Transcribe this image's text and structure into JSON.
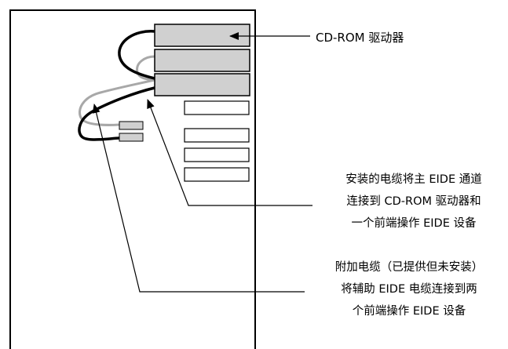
{
  "labels": {
    "cdrom": "CD-ROM 驱动器",
    "primary": [
      "安装的电缆将主 EIDE 通道",
      "连接到 CD-ROM 驱动器和",
      "一个前端操作 EIDE 设备"
    ],
    "secondary": [
      "附加电缆（已提供但未安装）",
      "将辅助 EIDE 电缆连接到两",
      "个前端操作 EIDE 设备"
    ]
  },
  "colors": {
    "line": "#000000",
    "drive_bay_fill": "#d0d0d0",
    "secondary_cable": "#a8a8a8"
  }
}
